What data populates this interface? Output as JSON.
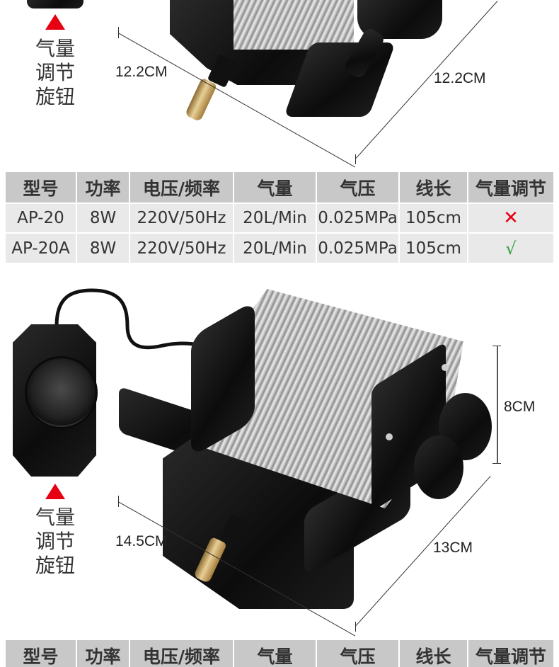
{
  "top_section": {
    "knob_label_lines": [
      "气量",
      "调节",
      "旋钮"
    ],
    "dimensions": {
      "length": "12.2CM",
      "width": "12.2CM"
    }
  },
  "table_top": {
    "headers": [
      "型号",
      "功率",
      "电压/频率",
      "气量",
      "气压",
      "线长",
      "气量调节"
    ],
    "rows": [
      {
        "model": "AP-20",
        "power": "8W",
        "voltage": "220V/50Hz",
        "airflow": "20L/Min",
        "pressure": "0.025MPa",
        "cable": "105cm",
        "adjust": "✕",
        "adjust_icon": "cross-icon"
      },
      {
        "model": "AP-20A",
        "power": "8W",
        "voltage": "220V/50Hz",
        "airflow": "20L/Min",
        "pressure": "0.025MPa",
        "cable": "105cm",
        "adjust": "√",
        "adjust_icon": "check-icon"
      }
    ]
  },
  "bottom_section": {
    "knob_label_lines": [
      "气量",
      "调节",
      "旋钮"
    ],
    "dimensions": {
      "height": "8CM",
      "length": "14.5CM",
      "width": "13CM"
    }
  },
  "table_bottom": {
    "headers": [
      "型号",
      "功率",
      "电压/频率",
      "气量",
      "气压",
      "线长",
      "气量调节"
    ]
  },
  "colors": {
    "accent_red": "#e60012",
    "check_green": "#2e9d3a",
    "header_gray": "#c8c8c8",
    "row_gray": "#e9e9e9"
  }
}
